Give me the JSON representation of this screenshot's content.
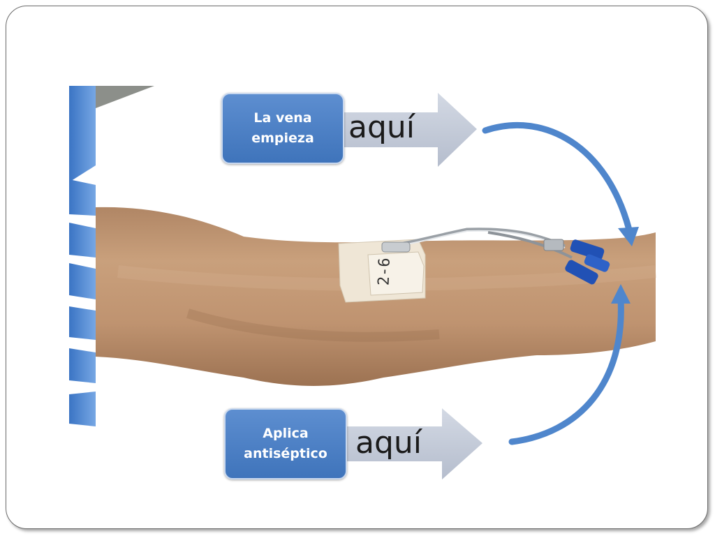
{
  "labels": {
    "top": {
      "line1": "La vena",
      "line2": "empieza"
    },
    "top_arrow_word": "aquí",
    "bottom": {
      "line1": "Aplica",
      "line2": "antiséptico"
    },
    "bottom_arrow_word": "aquí"
  },
  "tape_label": "2-6",
  "colors": {
    "box_blue": "#4a7fc4",
    "arrow_gray": "#c3cad8",
    "curved_arrow_blue": "#4f86cc",
    "skin": "#c49a74",
    "tube_blue": "#1f4fb0"
  }
}
